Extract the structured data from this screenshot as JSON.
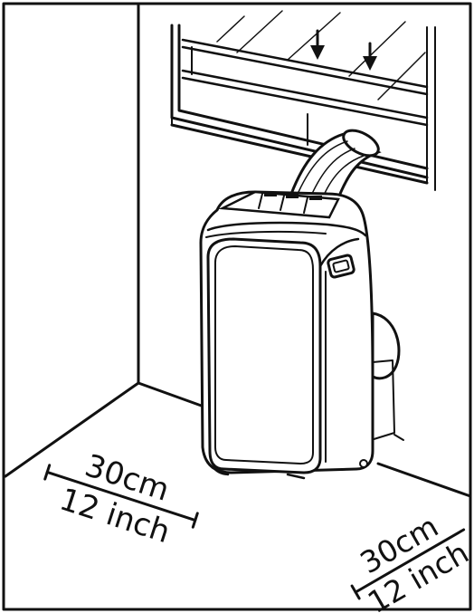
{
  "colors": {
    "line": "#111111",
    "background": "#ffffff"
  },
  "dimensions": {
    "left": {
      "metric": "30cm",
      "imperial": "12 inch"
    },
    "right": {
      "metric": "30cm",
      "imperial": "12 inch"
    }
  }
}
